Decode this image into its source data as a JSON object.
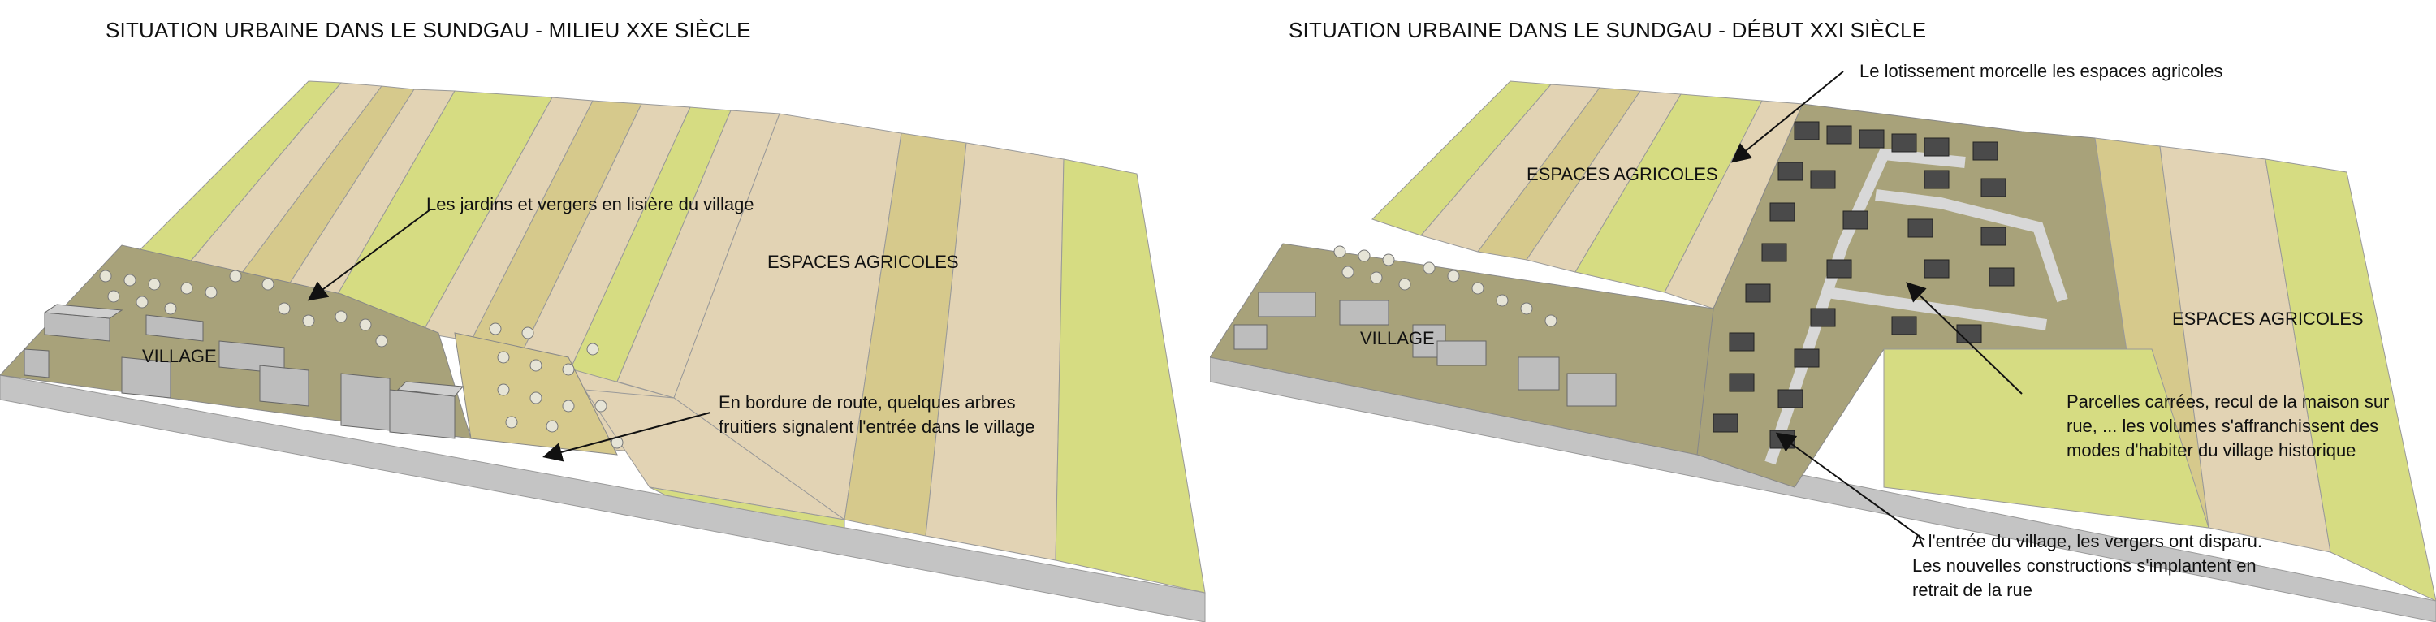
{
  "left": {
    "title": "SITUATION URBAINE DANS LE SUNDGAU - MILIEU XXE SIÈCLE",
    "labels": {
      "village": "VILLAGE",
      "agri": "ESPACES AGRICOLES",
      "gardens": "Les jardins et vergers en lisière du village",
      "trees": [
        "En bordure de route, quelques arbres",
        "fruitiers signalent l'entrée dans le village"
      ]
    }
  },
  "right": {
    "title": "SITUATION URBAINE DANS LE SUNDGAU - DÉBUT XXI SIÈCLE",
    "labels": {
      "village": "VILLAGE",
      "agri_top": "ESPACES AGRICOLES",
      "agri_right": "ESPACES AGRICOLES",
      "lotissement": "Le lotissement morcelle les espaces agricoles",
      "parcelles": [
        "Parcelles carrées, recul de la maison sur",
        "rue, ... les volumes s'affranchissent des",
        "modes d'habiter du village historique"
      ],
      "entree": [
        "A l'entrée du village, les vergers ont disparu.",
        "Les nouvelles constructions s'implantent en",
        "retrait de la rue"
      ]
    }
  },
  "colors": {
    "green": "#d6dc82",
    "beige": "#e2d3b4",
    "tan": "#d6c98c",
    "village_ground": "#a8a27a",
    "road": "#c8c8c8",
    "roof": "#4a4a4a"
  }
}
